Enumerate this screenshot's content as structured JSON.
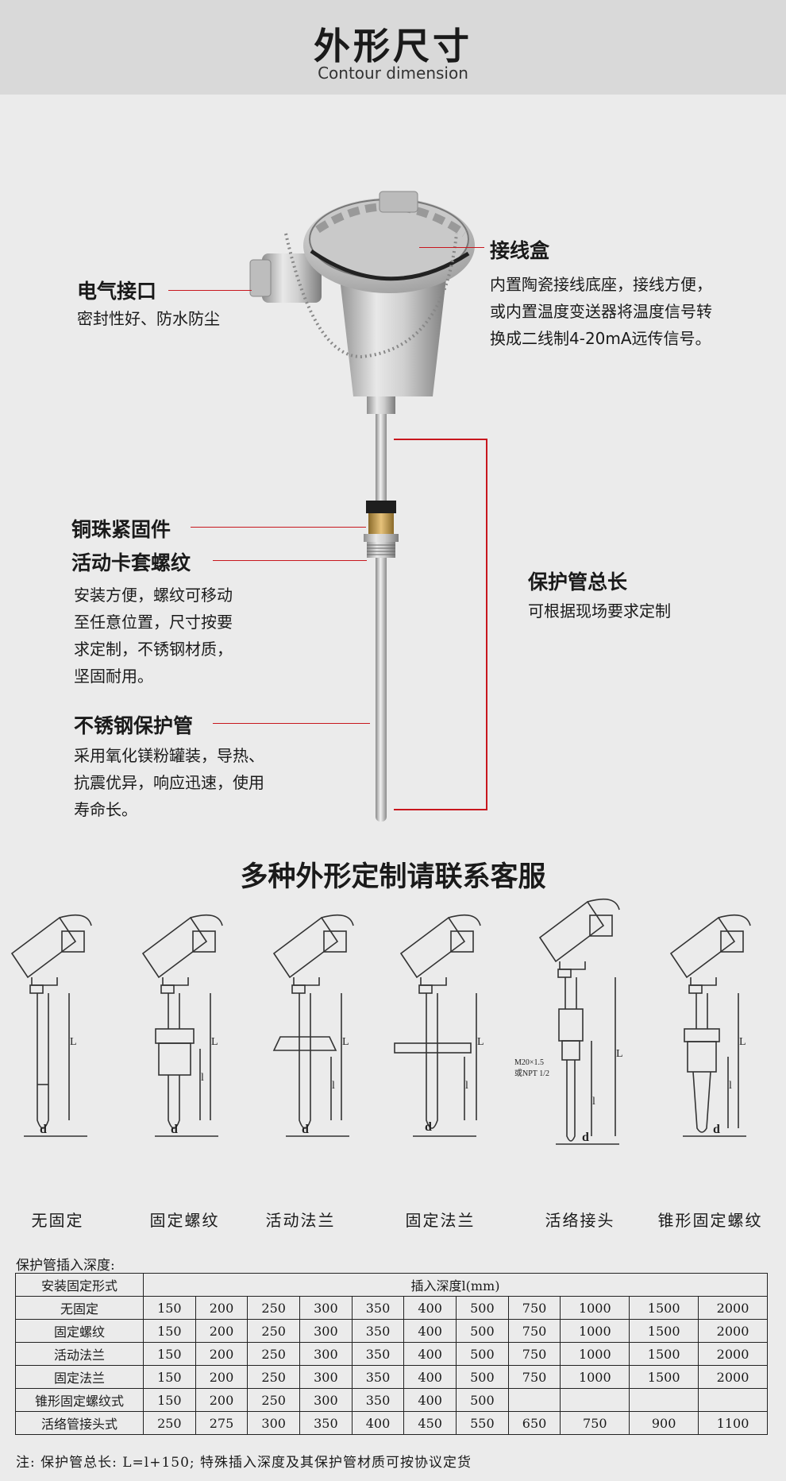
{
  "header": {
    "title": "外形尺寸",
    "subtitle": "Contour dimension"
  },
  "callouts": {
    "junction_box": {
      "title": "接线盒",
      "desc": [
        "内置陶瓷接线底座，接线方便，",
        "或内置温度变送器将温度信号转",
        "换成二线制4-20mA远传信号。"
      ]
    },
    "electrical": {
      "title": "电气接口",
      "desc": [
        "密封性好、防水防尘"
      ]
    },
    "copper_bead": {
      "title": "铜珠紧固件"
    },
    "ferrule": {
      "title": "活动卡套螺纹",
      "desc": [
        "安装方便，螺纹可移动",
        "至任意位置，尺寸按要",
        "求定制，不锈钢材质，",
        "坚固耐用。"
      ]
    },
    "steel_tube": {
      "title": "不锈钢保护管",
      "desc": [
        "采用氧化镁粉罐装，导热、",
        "抗震优异，响应迅速，使用",
        "寿命长。"
      ]
    },
    "total_length": {
      "title": "保护管总长",
      "desc": [
        "可根据现场要求定制"
      ]
    }
  },
  "section2_title": "多种外形定制请联系客服",
  "diagram_labels": [
    "无固定",
    "固定螺纹",
    "活动法兰",
    "固定法兰",
    "活络接头",
    "锥形固定螺纹"
  ],
  "diagram_marks": {
    "L": "L",
    "l": "l",
    "d": "d",
    "thread": [
      "M20×1.5",
      "或NPT 1/2"
    ]
  },
  "table": {
    "caption": "保护管插入深度:",
    "head_col": "安装固定形式",
    "head_span": "插入深度l(mm)",
    "rows": [
      {
        "name": "无固定",
        "values": [
          "150",
          "200",
          "250",
          "300",
          "350",
          "400",
          "500",
          "750",
          "1000",
          "1500",
          "2000"
        ]
      },
      {
        "name": "固定螺纹",
        "values": [
          "150",
          "200",
          "250",
          "300",
          "350",
          "400",
          "500",
          "750",
          "1000",
          "1500",
          "2000"
        ]
      },
      {
        "name": "活动法兰",
        "values": [
          "150",
          "200",
          "250",
          "300",
          "350",
          "400",
          "500",
          "750",
          "1000",
          "1500",
          "2000"
        ]
      },
      {
        "name": "固定法兰",
        "values": [
          "150",
          "200",
          "250",
          "300",
          "350",
          "400",
          "500",
          "750",
          "1000",
          "1500",
          "2000"
        ]
      },
      {
        "name": "锥形固定螺纹式",
        "values": [
          "150",
          "200",
          "250",
          "300",
          "350",
          "400",
          "500",
          "",
          "",
          "",
          ""
        ]
      },
      {
        "name": "活络管接头式",
        "values": [
          "250",
          "275",
          "300",
          "350",
          "400",
          "450",
          "550",
          "650",
          "750",
          "900",
          "1100"
        ]
      }
    ]
  },
  "note": "注: 保护管总长: L=l+150; 特殊插入深度及其保护管材质可按协议定货",
  "colors": {
    "accent": "#c8171e",
    "header_bg": "#d9d9d9",
    "page_bg": "#ebebeb"
  }
}
